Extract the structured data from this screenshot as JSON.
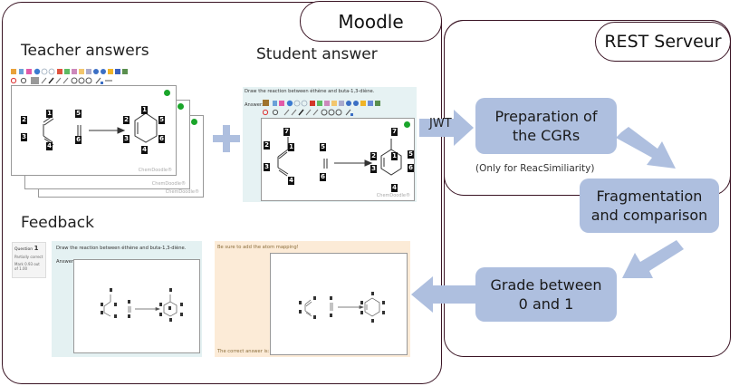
{
  "moodle": {
    "title": "Moodle"
  },
  "rest": {
    "title": "REST Serveur"
  },
  "sections": {
    "teacher_answers": "Teacher answers",
    "student_answer": "Student answer",
    "feedback": "Feedback"
  },
  "jwt_label": "JWT",
  "steps": [
    {
      "line1": "Preparation of",
      "line2": "the CGRs"
    },
    {
      "line1": "Fragmentation",
      "line2": "and comparison"
    },
    {
      "line1": "Grade between",
      "line2": "0 and 1"
    }
  ],
  "step_note": "(Only for ReacSimiliarity)",
  "chemdoodle_watermark": "ChemDoodle®",
  "student_panel": {
    "prompt": "Draw the reaction between éthène and buta-1,3-diène.",
    "answer_label": "Answer:"
  },
  "feedback_panel": {
    "question_label": "Question",
    "question_number": "1",
    "status": "Partially correct",
    "mark": "Mark 0.93 out of 1.00",
    "prompt": "Draw the reaction between éthène and buta-1,3-diène.",
    "answer_label": "Answer:",
    "hint": "Be sure to add the atom mapping!",
    "correct_answer_label": "The correct answer is:"
  },
  "teacher_reaction": {
    "reactant1_labels": [
      "1",
      "2",
      "3",
      "4"
    ],
    "reactant2_labels": [
      "5",
      "6"
    ],
    "product_labels": [
      "1",
      "2",
      "3",
      "4",
      "5",
      "6"
    ]
  },
  "student_reaction": {
    "reactant1_labels": [
      "7",
      "2",
      "1",
      "3",
      "4"
    ],
    "reactant2_labels": [
      "5",
      "6"
    ],
    "product_labels": [
      "7",
      "2",
      "1",
      "5",
      "3",
      "6",
      "4"
    ]
  },
  "colors": {
    "frame": "#3a1424",
    "step_box": "#aebfdf",
    "arrow": "#aebfdf",
    "student_bg": "#e6f2f3",
    "feedback_bg": "#e4f1f2",
    "hint_bg": "#fcebd7",
    "check_green": "#1aa52a"
  }
}
